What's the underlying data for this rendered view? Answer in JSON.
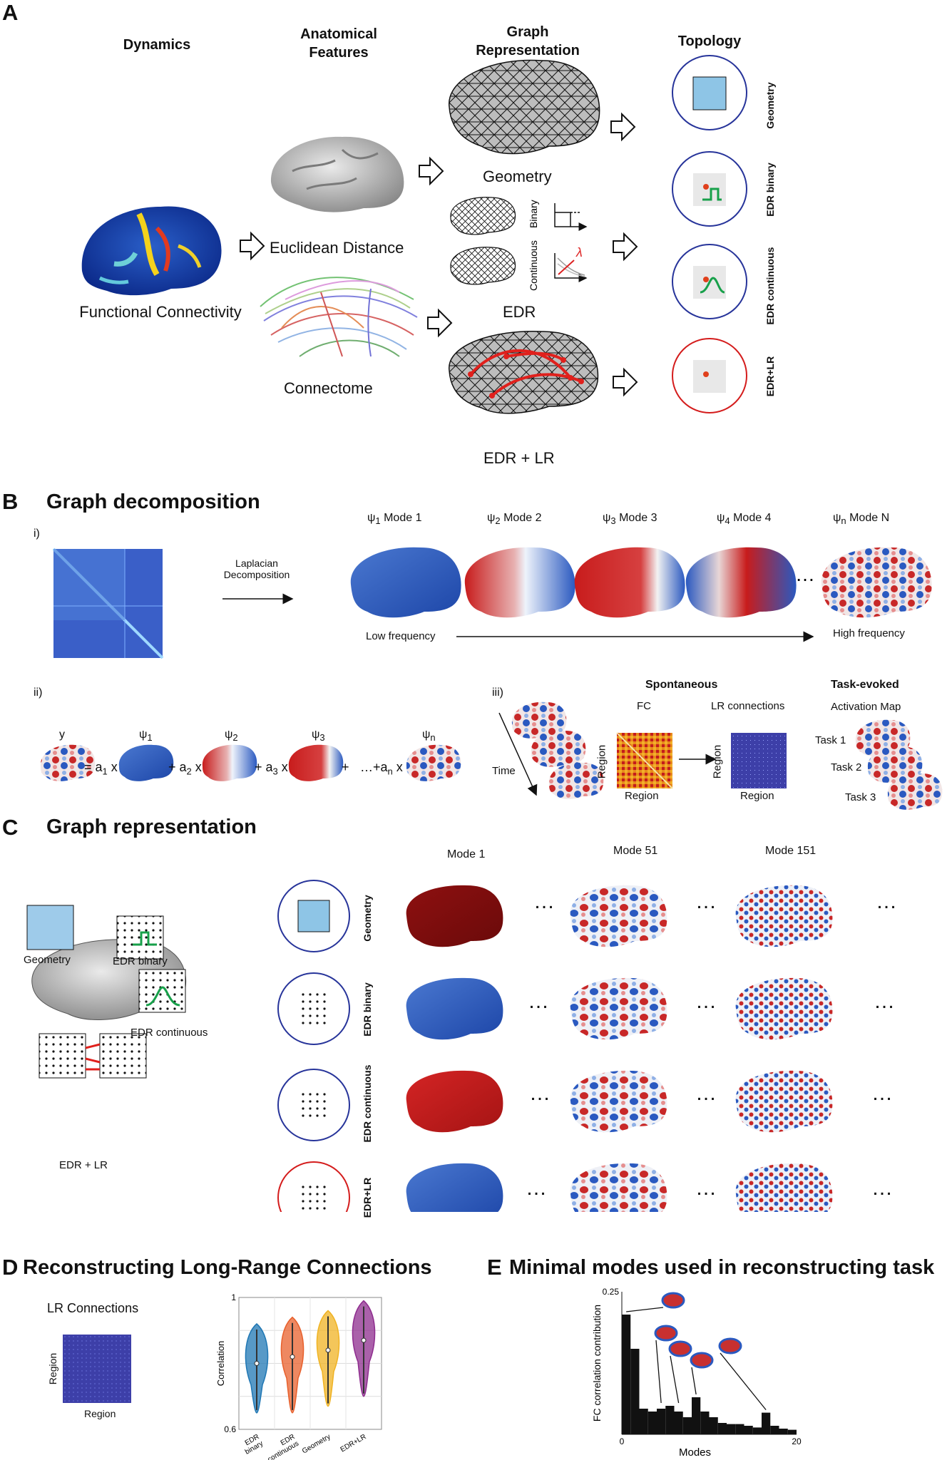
{
  "panels": {
    "a": "A",
    "b": "B",
    "c": "C",
    "d": "D",
    "e": "E"
  },
  "panelA": {
    "col_dynamics": "Dynamics",
    "col_anatomical": "Anatomical\nFeatures",
    "col_graph": "Graph\nRepresentation",
    "col_topology": "Topology",
    "functional_connectivity": "Functional Connectivity",
    "euclidean_distance": "Euclidean Distance",
    "connectome": "Connectome",
    "geometry": "Geometry",
    "edr": "EDR",
    "edr_lr": "EDR + LR",
    "binary": "Binary",
    "continuous": "Continuous",
    "lambda": "λ",
    "topo_labels": [
      "Geometry",
      "EDR binary",
      "EDR continuous",
      "EDR+LR"
    ]
  },
  "panelB": {
    "title": "Graph decomposition",
    "i": "i)",
    "ii": "ii)",
    "iii": "iii)",
    "laplacian": "Laplacian\nDecomposition",
    "modes": [
      {
        "psi": "ψ",
        "sub": "1",
        "label": "Mode 1"
      },
      {
        "psi": "ψ",
        "sub": "2",
        "label": "Mode 2"
      },
      {
        "psi": "ψ",
        "sub": "3",
        "label": "Mode 3"
      },
      {
        "psi": "ψ",
        "sub": "4",
        "label": "Mode 4"
      },
      {
        "psi": "ψ",
        "sub": "n",
        "label": "Mode N"
      }
    ],
    "low_freq": "Low frequency",
    "high_freq": "High frequency",
    "eq_y": "y",
    "eq_terms": [
      "= a",
      "1",
      " x",
      "+ a",
      "2",
      " x",
      "+ a",
      "3",
      " x",
      "+",
      "…+a",
      "n",
      " x"
    ],
    "eq_psi": [
      "ψ",
      "1",
      "ψ",
      "2",
      "ψ",
      "3",
      "ψ",
      "n"
    ],
    "spontaneous": "Spontaneous",
    "fc": "FC",
    "lr_connections": "LR connections",
    "region": "Region",
    "time": "Time",
    "task_evoked": "Task-evoked",
    "activation_map": "Activation Map",
    "tasks": [
      "Task 1",
      "Task 2",
      "Task 3"
    ]
  },
  "panelC": {
    "title": "Graph representation",
    "mode_headers": [
      "Mode 1",
      "Mode 51",
      "Mode 151"
    ],
    "rows": [
      "Geometry",
      "EDR binary",
      "EDR continuous",
      "EDR+LR"
    ],
    "inset_geometry": "Geometry",
    "inset_edr_binary": "EDR binary",
    "inset_edr_continuous": "EDR continuous",
    "inset_edr_lr": "EDR + LR",
    "ellipsis": "…"
  },
  "panelD": {
    "title": "Reconstructing Long-Range Connections",
    "lr_connections": "LR Connections",
    "region": "Region",
    "chart_data": {
      "type": "violin",
      "categories": [
        "EDR binary",
        "EDR continuous",
        "Geometry",
        "EDR+LR"
      ],
      "ylabel": "Correlation",
      "ylim": [
        0.6,
        1.0
      ],
      "yticks": [
        "0.6",
        "1"
      ],
      "medians": [
        0.8,
        0.82,
        0.84,
        0.87
      ],
      "colors": [
        "#1f77b4",
        "#e8602c",
        "#f0b323",
        "#8e2c8e"
      ],
      "grid": true
    }
  },
  "panelE": {
    "title": "Minimal modes used in reconstructing task",
    "chart_data": {
      "type": "bar",
      "xlabel": "Modes",
      "ylabel": "FC correlation contribution",
      "ylim": [
        0,
        0.25
      ],
      "xlim": [
        0,
        20
      ],
      "yticks": [
        "0.25"
      ],
      "xticks": [
        "0",
        "20"
      ],
      "values": [
        0.21,
        0.15,
        0.045,
        0.04,
        0.045,
        0.05,
        0.04,
        0.03,
        0.065,
        0.04,
        0.03,
        0.02,
        0.018,
        0.018,
        0.015,
        0.012,
        0.038,
        0.015,
        0.01,
        0.008
      ]
    }
  }
}
